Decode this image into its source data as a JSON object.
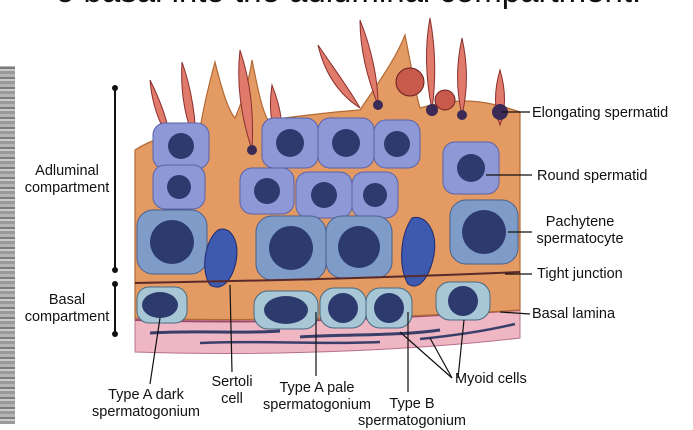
{
  "header_text": "o basal into the adluminal compartment.",
  "labels": {
    "adluminal_line1": "Adluminal",
    "adluminal_line2": "compartment",
    "basal_line1": "Basal",
    "basal_line2": "compartment",
    "elongating_spermatid": "Elongating spermatid",
    "round_spermatid": "Round spermatid",
    "pachytene_line1": "Pachytene",
    "pachytene_line2": "spermatocyte",
    "tight_junction": "Tight junction",
    "basal_lamina": "Basal lamina",
    "myoid_cells": "Myoid cells",
    "type_a_dark_line1": "Type A dark",
    "type_a_dark_line2": "spermatogonium",
    "sertoli_line1": "Sertoli",
    "sertoli_line2": "cell",
    "type_a_pale_line1": "Type A pale",
    "type_a_pale_line2": "spermatogonium",
    "type_b_line1": "Type B",
    "type_b_line2": "spermatogonium"
  },
  "colors": {
    "sertoli": "#e39a63",
    "sertoli_dark": "#c27a45",
    "round_cell": "#8f98d6",
    "round_cell_edge": "#5a63a8",
    "nucleus": "#2d3a6e",
    "pachytene": "#7f9cc8",
    "spermatogonium": "#a7c6d6",
    "lamina": "#efb6c4",
    "lamina_line": "#9a4a6a",
    "spermatid": "#e07a6a",
    "myoid": "#3a3f6a"
  }
}
